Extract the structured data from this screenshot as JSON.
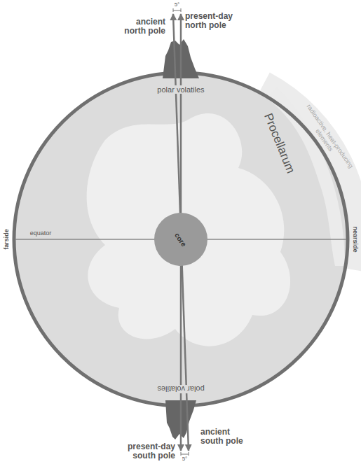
{
  "diagram": {
    "nodes": [
      {
        "text": [
          "core"
        ]
      }
    ],
    "labels": [
      "ancient north pole",
      "present-day north pole",
      "5°",
      "polar volatiles",
      "radioactive, heat-producing elements",
      "Procellarum",
      "farside",
      "equator",
      "nearside",
      "polar volatiles",
      "ancient south pole",
      "present-day south pole",
      "5°"
    ]
  }
}
